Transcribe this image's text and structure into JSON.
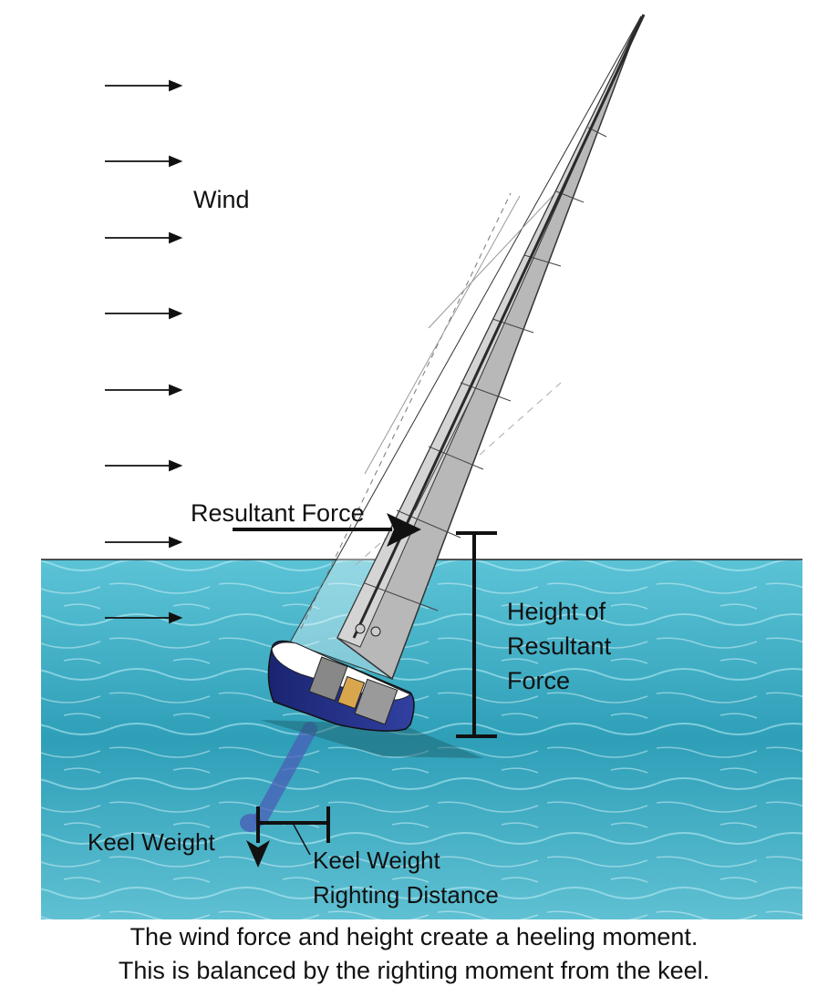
{
  "labels": {
    "wind": "Wind",
    "resultant_force": "Resultant Force",
    "height_line1": "Height of",
    "height_line2": "Resultant",
    "height_line3": "Force",
    "keel_weight": "Keel Weight",
    "righting_line1": "Keel Weight",
    "righting_line2": "Righting Distance"
  },
  "caption": {
    "line1": "The wind force and height create a heeling moment.",
    "line2": "This is balanced by the righting moment from the keel."
  },
  "colors": {
    "water": "#2e9fb8",
    "water_light": "#7fd6e6",
    "hull": "#23308a",
    "sail": "#b4b4b4",
    "ink": "#111111"
  },
  "icons": {
    "wind_arrows": "right-arrow-icon",
    "force_arrow": "bold-right-arrow-icon",
    "keel_arrow": "bold-down-arrow-icon"
  }
}
